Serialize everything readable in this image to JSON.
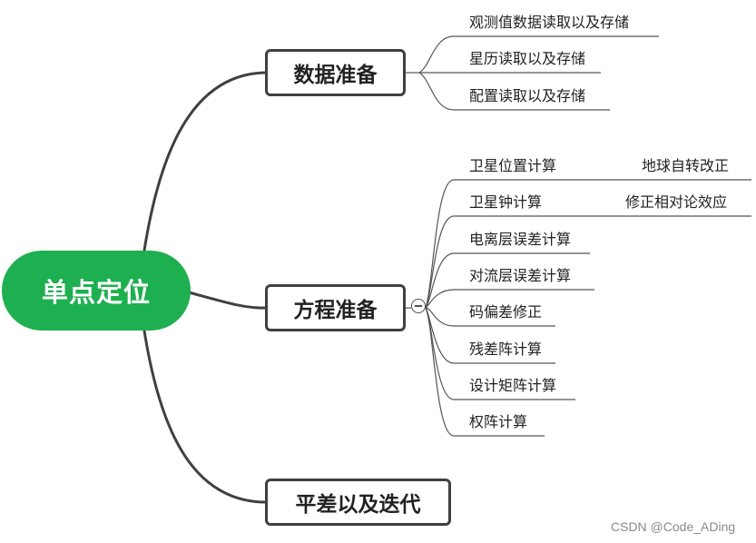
{
  "colors": {
    "root_fill": "#1eb050",
    "line": "#404040"
  },
  "root": {
    "label": "单点定位"
  },
  "branches": [
    {
      "label": "数据准备",
      "children": [
        "观测值数据读取以及存储",
        "星历读取以及存储",
        "配置读取以及存储"
      ]
    },
    {
      "label": "方程准备",
      "children": [
        "卫星位置计算",
        "卫星钟计算",
        "电离层误差计算",
        "对流层误差计算",
        "码偏差修正",
        "残差阵计算",
        "设计矩阵计算",
        "权阵计算"
      ],
      "grandchildren": [
        "地球自转改正",
        "修正相对论效应"
      ]
    },
    {
      "label": "平差以及迭代",
      "children": []
    }
  ],
  "collapse_icon": "minus-circle-icon",
  "watermark": "CSDN @Code_ADing"
}
